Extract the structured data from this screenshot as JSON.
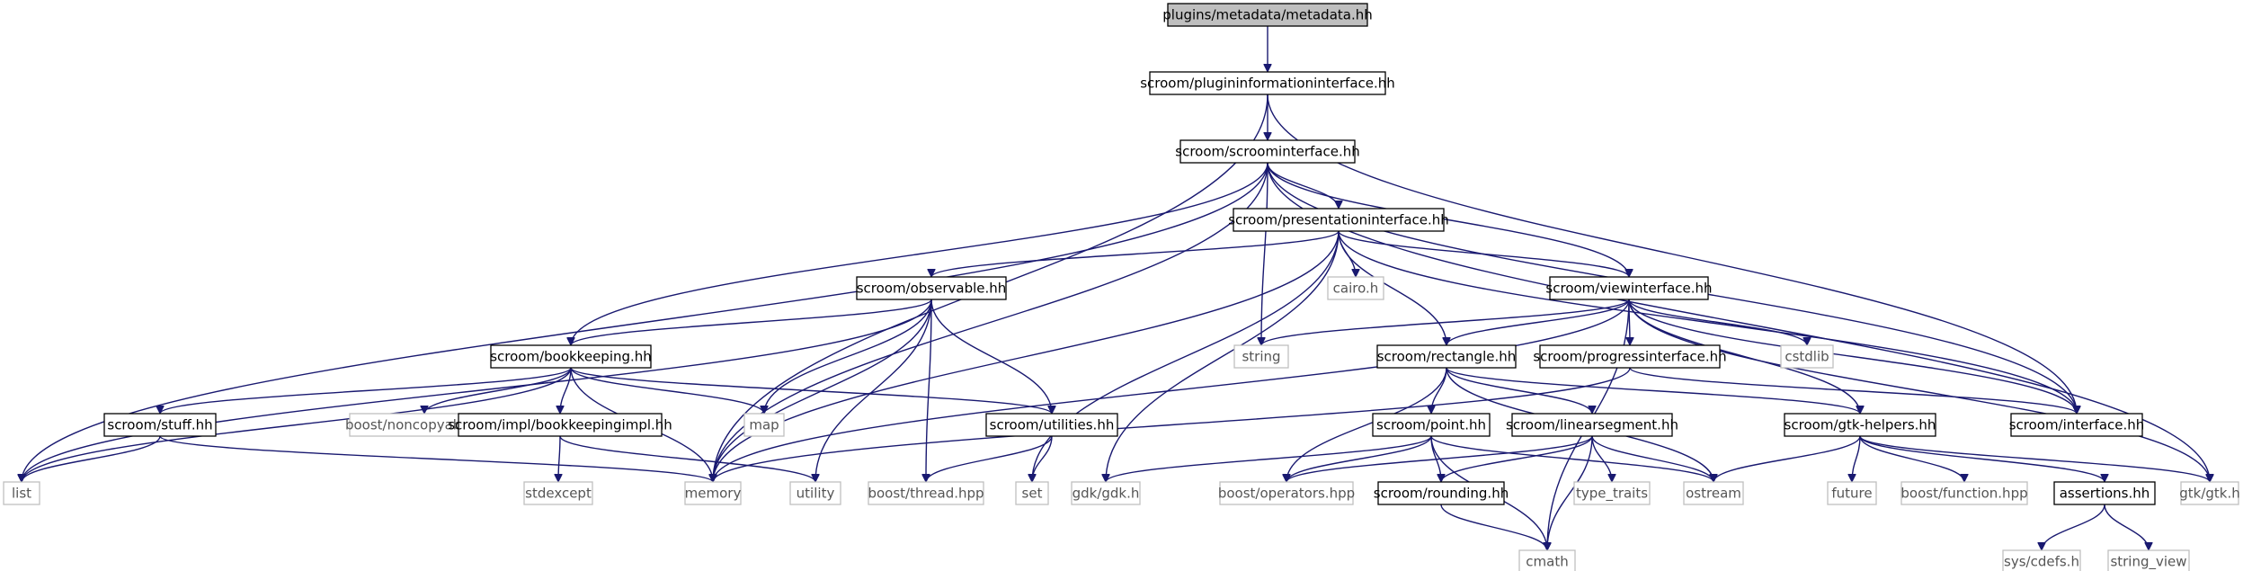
{
  "colors": {
    "edge": "#191970",
    "root_fill": "#bfbfbf",
    "root_border": "#000000",
    "header_border": "#000000",
    "system_border": "#bfbfbf",
    "system_text": "#555555",
    "text": "#000000"
  },
  "nodes": [
    {
      "id": "metadata_hh",
      "label": "plugins/metadata/metadata.hh",
      "kind": "root"
    },
    {
      "id": "plugininformationinterface_hh",
      "label": "scroom/plugininformationinterface.hh",
      "kind": "header"
    },
    {
      "id": "scroominterface_hh",
      "label": "scroom/scroominterface.hh",
      "kind": "header"
    },
    {
      "id": "presentationinterface_hh",
      "label": "scroom/presentationinterface.hh",
      "kind": "header"
    },
    {
      "id": "observable_hh",
      "label": "scroom/observable.hh",
      "kind": "header"
    },
    {
      "id": "cairo_h",
      "label": "cairo.h",
      "kind": "system"
    },
    {
      "id": "viewinterface_hh",
      "label": "scroom/viewinterface.hh",
      "kind": "header"
    },
    {
      "id": "bookkeeping_hh",
      "label": "scroom/bookkeeping.hh",
      "kind": "header"
    },
    {
      "id": "string",
      "label": "string",
      "kind": "system"
    },
    {
      "id": "rectangle_hh",
      "label": "scroom/rectangle.hh",
      "kind": "header"
    },
    {
      "id": "progressinterface_hh",
      "label": "scroom/progressinterface.hh",
      "kind": "header"
    },
    {
      "id": "cstdlib",
      "label": "cstdlib",
      "kind": "system"
    },
    {
      "id": "stuff_hh",
      "label": "scroom/stuff.hh",
      "kind": "header"
    },
    {
      "id": "noncopyable_hpp",
      "label": "boost/noncopyable.hpp",
      "kind": "system"
    },
    {
      "id": "bookkeepingimpl_hh",
      "label": "scroom/impl/bookkeepingimpl.hh",
      "kind": "header"
    },
    {
      "id": "map",
      "label": "map",
      "kind": "system"
    },
    {
      "id": "utilities_hh",
      "label": "scroom/utilities.hh",
      "kind": "header"
    },
    {
      "id": "point_hh",
      "label": "scroom/point.hh",
      "kind": "header"
    },
    {
      "id": "linearsegment_hh",
      "label": "scroom/linearsegment.hh",
      "kind": "header"
    },
    {
      "id": "gtk_helpers_hh",
      "label": "scroom/gtk-helpers.hh",
      "kind": "header"
    },
    {
      "id": "interface_hh",
      "label": "scroom/interface.hh",
      "kind": "header"
    },
    {
      "id": "list",
      "label": "list",
      "kind": "system"
    },
    {
      "id": "stdexcept",
      "label": "stdexcept",
      "kind": "system"
    },
    {
      "id": "memory",
      "label": "memory",
      "kind": "system"
    },
    {
      "id": "utility",
      "label": "utility",
      "kind": "system"
    },
    {
      "id": "thread_hpp",
      "label": "boost/thread.hpp",
      "kind": "system"
    },
    {
      "id": "set",
      "label": "set",
      "kind": "system"
    },
    {
      "id": "gdk_h",
      "label": "gdk/gdk.h",
      "kind": "system"
    },
    {
      "id": "operators_hpp",
      "label": "boost/operators.hpp",
      "kind": "system"
    },
    {
      "id": "rounding_hh",
      "label": "scroom/rounding.hh",
      "kind": "header"
    },
    {
      "id": "type_traits",
      "label": "type_traits",
      "kind": "system"
    },
    {
      "id": "ostream",
      "label": "ostream",
      "kind": "system"
    },
    {
      "id": "future",
      "label": "future",
      "kind": "system"
    },
    {
      "id": "function_hpp",
      "label": "boost/function.hpp",
      "kind": "system"
    },
    {
      "id": "assertions_hh",
      "label": "assertions.hh",
      "kind": "header"
    },
    {
      "id": "gtk_h",
      "label": "gtk/gtk.h",
      "kind": "system"
    },
    {
      "id": "cmath",
      "label": "cmath",
      "kind": "system"
    },
    {
      "id": "cdefs_h",
      "label": "sys/cdefs.h",
      "kind": "system"
    },
    {
      "id": "string_view",
      "label": "string_view",
      "kind": "system"
    }
  ],
  "edges": [
    [
      "metadata_hh",
      "plugininformationinterface_hh"
    ],
    [
      "plugininformationinterface_hh",
      "scroominterface_hh"
    ],
    [
      "plugininformationinterface_hh",
      "memory"
    ],
    [
      "plugininformationinterface_hh",
      "interface_hh"
    ],
    [
      "scroominterface_hh",
      "list"
    ],
    [
      "scroominterface_hh",
      "bookkeeping_hh"
    ],
    [
      "scroominterface_hh",
      "memory"
    ],
    [
      "scroominterface_hh",
      "string"
    ],
    [
      "scroominterface_hh",
      "presentationinterface_hh"
    ],
    [
      "scroominterface_hh",
      "viewinterface_hh"
    ],
    [
      "scroominterface_hh",
      "interface_hh"
    ],
    [
      "scroominterface_hh",
      "gtk_h"
    ],
    [
      "presentationinterface_hh",
      "observable_hh"
    ],
    [
      "presentationinterface_hh",
      "memory"
    ],
    [
      "presentationinterface_hh",
      "set"
    ],
    [
      "presentationinterface_hh",
      "gdk_h"
    ],
    [
      "presentationinterface_hh",
      "cairo_h"
    ],
    [
      "presentationinterface_hh",
      "rectangle_hh"
    ],
    [
      "presentationinterface_hh",
      "viewinterface_hh"
    ],
    [
      "presentationinterface_hh",
      "interface_hh"
    ],
    [
      "observable_hh",
      "list"
    ],
    [
      "observable_hh",
      "bookkeeping_hh"
    ],
    [
      "observable_hh",
      "map"
    ],
    [
      "observable_hh",
      "memory"
    ],
    [
      "observable_hh",
      "utility"
    ],
    [
      "observable_hh",
      "thread_hpp"
    ],
    [
      "observable_hh",
      "utilities_hh"
    ],
    [
      "bookkeeping_hh",
      "list"
    ],
    [
      "bookkeeping_hh",
      "stuff_hh"
    ],
    [
      "bookkeeping_hh",
      "noncopyable_hpp"
    ],
    [
      "bookkeeping_hh",
      "bookkeepingimpl_hh"
    ],
    [
      "bookkeeping_hh",
      "memory"
    ],
    [
      "bookkeeping_hh",
      "map"
    ],
    [
      "bookkeeping_hh",
      "utilities_hh"
    ],
    [
      "stuff_hh",
      "list"
    ],
    [
      "stuff_hh",
      "memory"
    ],
    [
      "bookkeepingimpl_hh",
      "stdexcept"
    ],
    [
      "bookkeepingimpl_hh",
      "utility"
    ],
    [
      "utilities_hh",
      "thread_hpp"
    ],
    [
      "utilities_hh",
      "set"
    ],
    [
      "viewinterface_hh",
      "string"
    ],
    [
      "viewinterface_hh",
      "memory"
    ],
    [
      "viewinterface_hh",
      "rectangle_hh"
    ],
    [
      "viewinterface_hh",
      "progressinterface_hh"
    ],
    [
      "viewinterface_hh",
      "cstdlib"
    ],
    [
      "viewinterface_hh",
      "gtk_helpers_hh"
    ],
    [
      "viewinterface_hh",
      "interface_hh"
    ],
    [
      "viewinterface_hh",
      "gtk_h"
    ],
    [
      "viewinterface_hh",
      "cmath"
    ],
    [
      "rectangle_hh",
      "point_hh"
    ],
    [
      "rectangle_hh",
      "linearsegment_hh"
    ],
    [
      "rectangle_hh",
      "operators_hpp"
    ],
    [
      "rectangle_hh",
      "ostream"
    ],
    [
      "rectangle_hh",
      "gtk_helpers_hh"
    ],
    [
      "progressinterface_hh",
      "memory"
    ],
    [
      "progressinterface_hh",
      "interface_hh"
    ],
    [
      "point_hh",
      "gdk_h"
    ],
    [
      "point_hh",
      "operators_hpp"
    ],
    [
      "point_hh",
      "rounding_hh"
    ],
    [
      "point_hh",
      "ostream"
    ],
    [
      "point_hh",
      "cmath"
    ],
    [
      "linearsegment_hh",
      "operators_hpp"
    ],
    [
      "linearsegment_hh",
      "rounding_hh"
    ],
    [
      "linearsegment_hh",
      "type_traits"
    ],
    [
      "linearsegment_hh",
      "ostream"
    ],
    [
      "linearsegment_hh",
      "cmath"
    ],
    [
      "rounding_hh",
      "cmath"
    ],
    [
      "gtk_helpers_hh",
      "ostream"
    ],
    [
      "gtk_helpers_hh",
      "future"
    ],
    [
      "gtk_helpers_hh",
      "function_hpp"
    ],
    [
      "gtk_helpers_hh",
      "assertions_hh"
    ],
    [
      "gtk_helpers_hh",
      "gtk_h"
    ],
    [
      "assertions_hh",
      "cdefs_h"
    ],
    [
      "assertions_hh",
      "string_view"
    ]
  ]
}
